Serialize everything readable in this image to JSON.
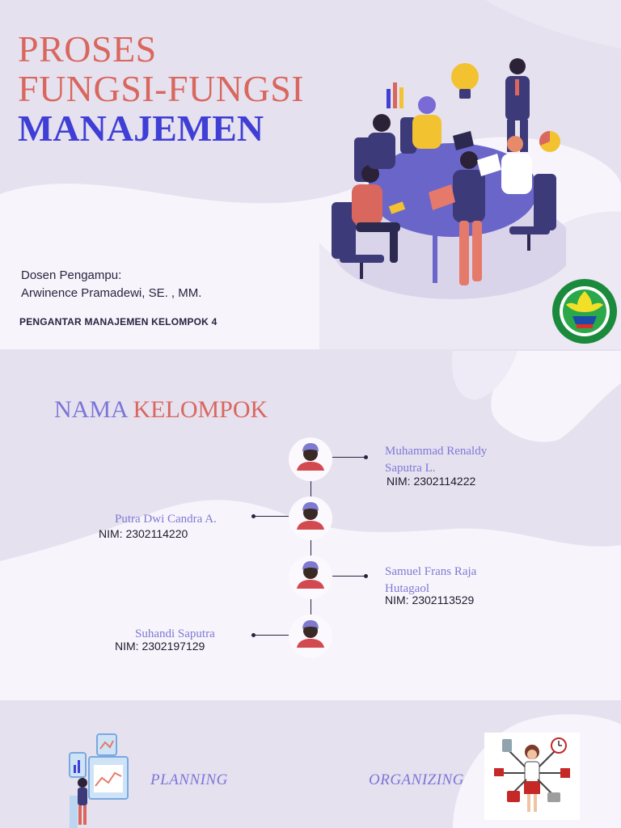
{
  "slide1": {
    "title_line1": "PROSES",
    "title_line2": "FUNGSI-FUNGSI",
    "title_line3": "MANAJEMEN",
    "dosen_label": "Dosen Pengampu:",
    "dosen_name": "Arwinence Pramadewi, SE. , MM.",
    "group_label": "PENGANTAR MANAJEMEN KELOMPOK 4",
    "logo_icon": "university-logo-icon",
    "illustration_icon": "meeting-illustration-icon"
  },
  "slide2": {
    "title_part1": "NAMA",
    "title_part2": "KELOMPOK",
    "members": [
      {
        "name": "Muhammad Renaldy Saputra L.",
        "nim": "NIM: 2302114222",
        "side": "right"
      },
      {
        "name": "Putra Dwi Candra A.",
        "nim": "NIM: 2302114220",
        "side": "left"
      },
      {
        "name": "Samuel Frans Raja Hutagaol",
        "nim": "NIM: 2302113529",
        "side": "right"
      },
      {
        "name": "Suhandi Saputra",
        "nim": "NIM: 2302197129",
        "side": "left"
      }
    ],
    "avatar_icon": "person-avatar-icon"
  },
  "slide3": {
    "planning_label": "PLANNING",
    "organizing_label": "ORGANIZING",
    "planning_icon": "analytics-dashboard-icon",
    "organizing_icon": "multitasking-woman-icon"
  },
  "colors": {
    "background": "#e6e1ef",
    "blob": "#f7f4fb",
    "title_red": "#d9675e",
    "title_blue": "#3f3fd6",
    "name_purple": "#7d79d6",
    "text_dark": "#1e1b2e"
  }
}
